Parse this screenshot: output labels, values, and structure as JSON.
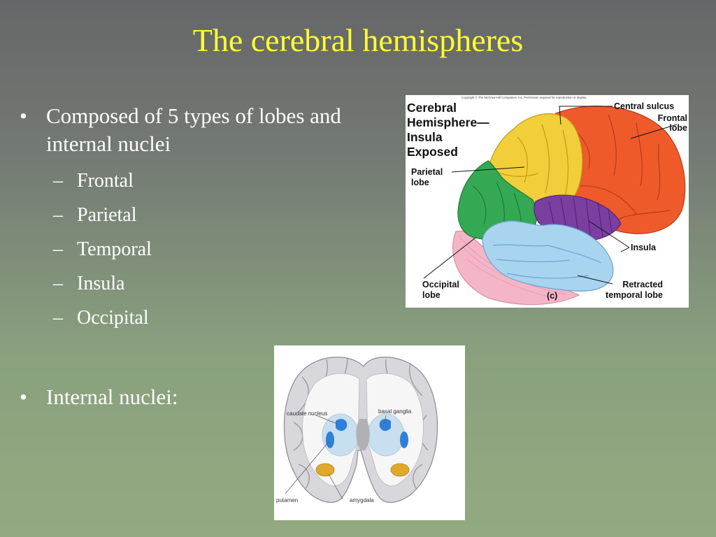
{
  "slide": {
    "title": "The cerebral hemispheres",
    "bullet1": "Composed of 5 types of lobes and internal nuclei",
    "sub_items": [
      "Frontal",
      "Parietal",
      "Temporal",
      "Insula",
      "Occipital"
    ],
    "bullet2": "Internal nuclei:"
  },
  "lateral_figure": {
    "copyright": "Copyright © The McGraw-Hill Companies, Inc. Permission required for reproduction or display.",
    "heading": [
      "Cerebral",
      "Hemisphere—",
      "Insula",
      "Exposed"
    ],
    "labels": {
      "central_sulcus": "Central sulcus",
      "frontal": [
        "Frontal",
        "lobe"
      ],
      "parietal": [
        "Parietal",
        "lobe"
      ],
      "insula": "Insula",
      "occipital": [
        "Occipital",
        "lobe"
      ],
      "temporal": [
        "Retracted",
        "temporal lobe"
      ],
      "panel": "(c)"
    },
    "colors": {
      "frontal": "#ef5a2a",
      "parietal": "#f2cf3a",
      "occipital": "#34a853",
      "insula": "#7b3fa0",
      "temporal": "#a8d4f0",
      "cerebellum": "#f4b6c6"
    }
  },
  "coronal_figure": {
    "labels": {
      "caudate": "caudate nucleus",
      "basal": "basal ganglia",
      "putamen": "putamen",
      "amygdala": "amygdala"
    },
    "colors": {
      "nucleus": "#2f7fd8",
      "amygdala": "#e0a92a"
    }
  }
}
